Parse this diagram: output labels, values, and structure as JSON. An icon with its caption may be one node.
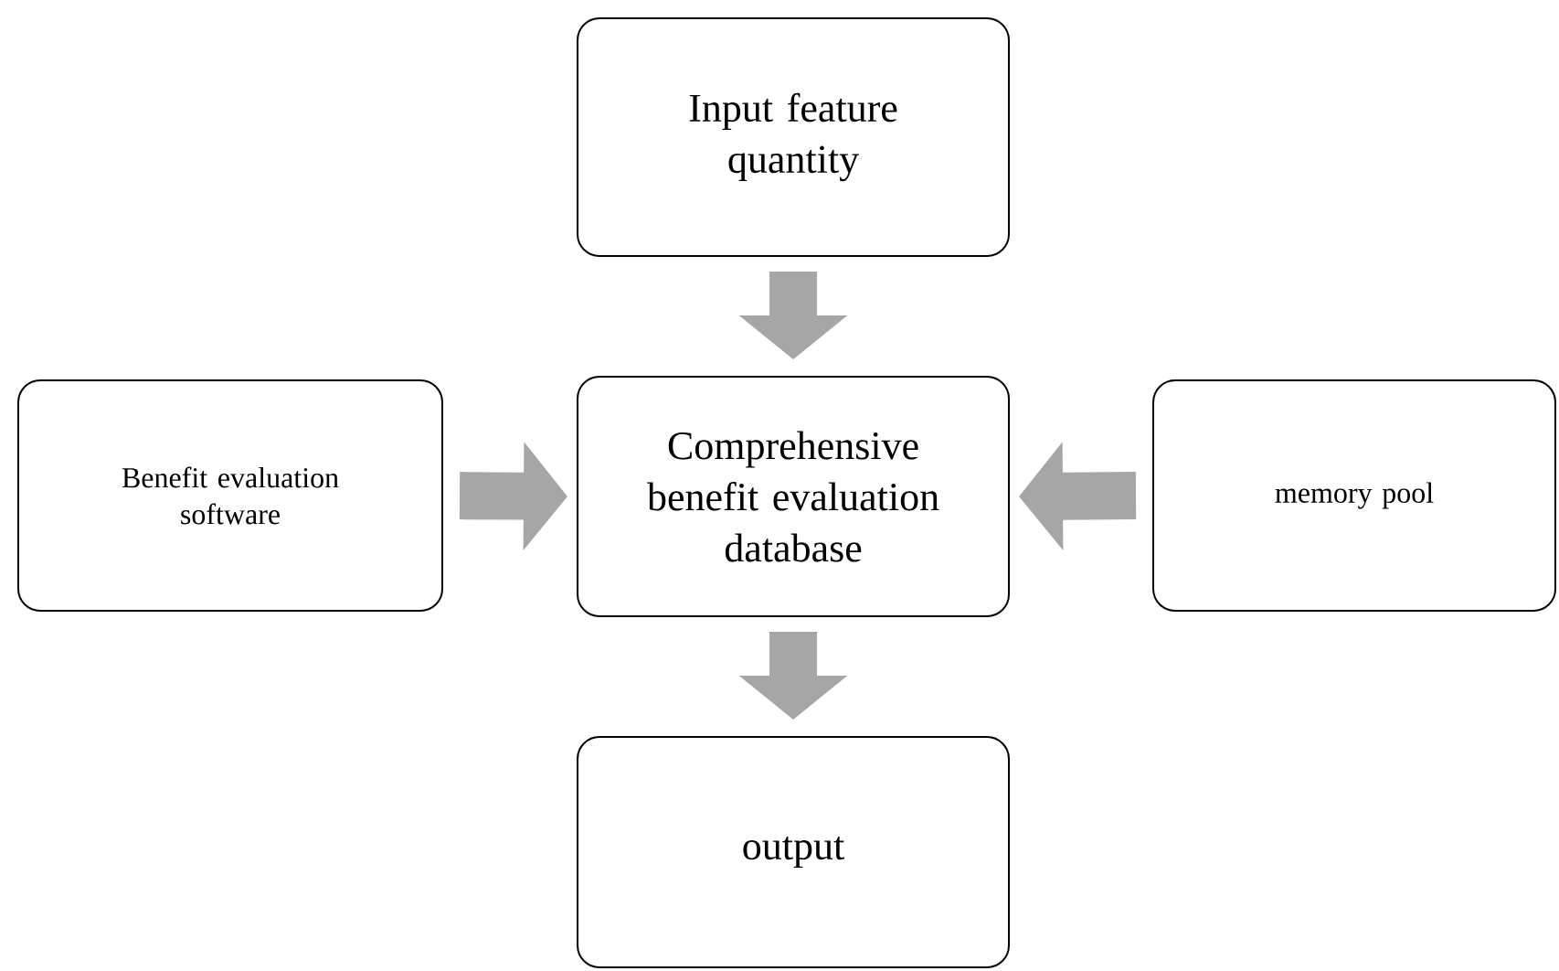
{
  "diagram": {
    "nodes": [
      {
        "text": [
          "Input feature quantity"
        ]
      },
      {
        "text": [
          "Benefit evaluation software"
        ]
      },
      {
        "text": [
          "Comprehensive benefit evaluation database"
        ]
      },
      {
        "text": [
          "memory pool"
        ]
      },
      {
        "text": [
          "output"
        ]
      }
    ],
    "edges": [
      {
        "from": 0,
        "to": 2,
        "arrow": "to"
      },
      {
        "from": 1,
        "to": 2,
        "arrow": "to"
      },
      {
        "from": 3,
        "to": 2,
        "arrow": "to"
      },
      {
        "from": 2,
        "to": 4,
        "arrow": "to"
      }
    ]
  }
}
